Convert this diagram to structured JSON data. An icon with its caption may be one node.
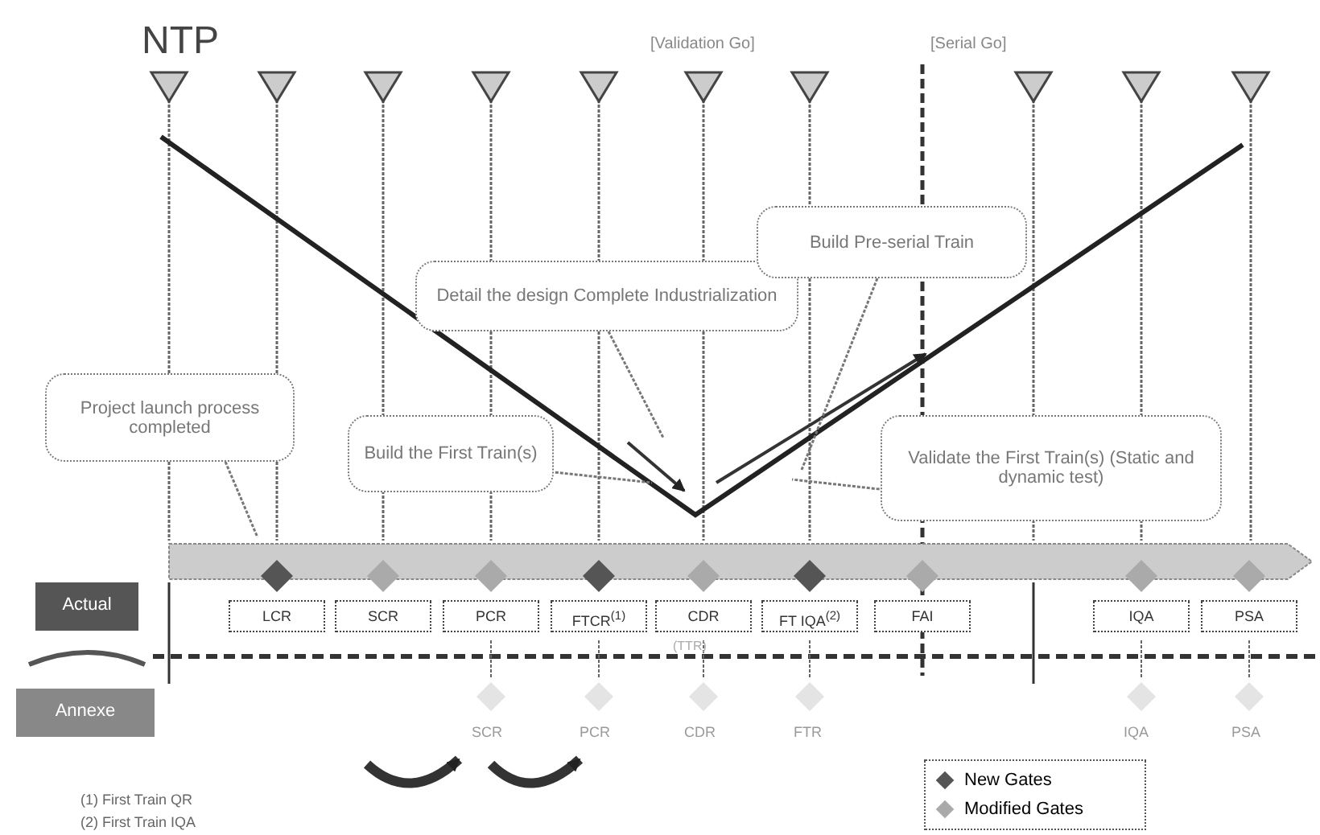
{
  "diagram": {
    "title": "NTP",
    "nodes": [
      {
        "text": [
          "Project launch process completed"
        ]
      },
      {
        "text": [
          "Build the First Train(s)"
        ]
      },
      {
        "text": [
          "Detail the design Complete Industrialization"
        ]
      },
      {
        "text": [
          "Build Pre-serial Train"
        ]
      },
      {
        "text": [
          "Validate the First Train(s) (Static and dynamic test)"
        ]
      },
      {
        "text": [
          "LCR"
        ]
      },
      {
        "text": [
          "SCR"
        ]
      },
      {
        "text": [
          "PCR"
        ]
      },
      {
        "text": [
          "FTCR$^{(1)}$"
        ]
      },
      {
        "text": [
          "CDR"
        ]
      },
      {
        "text": [
          "FT IQA$^{(2)}$"
        ]
      },
      {
        "text": [
          "FAI"
        ]
      },
      {
        "text": [
          "IQA"
        ]
      },
      {
        "text": [
          "PSA"
        ]
      },
      {
        "text": [
          "Actual"
        ]
      },
      {
        "text": [
          "Annexe"
        ]
      }
    ],
    "edges": [
      {
        "from": 0,
        "to": null,
        "arrow": "none"
      },
      {
        "from": 1,
        "to": null,
        "arrow": "none"
      },
      {
        "from": 2,
        "to": null,
        "arrow": "none"
      },
      {
        "from": 3,
        "to": null,
        "arrow": "none"
      },
      {
        "from": 4,
        "to": null,
        "arrow": "none"
      }
    ],
    "labels": [
      "[Validation Go]",
      "[Serial Go]",
      "(TTR)",
      "SCR",
      "PCR",
      "CDR",
      "FTR",
      "IQA",
      "PSA",
      "(1) First Train QR",
      "(2) First Train IQA"
    ],
    "legend": [
      {
        "text": "New Gates",
        "color": "#555555"
      },
      {
        "text": "Modified Gates",
        "color": "#aaaaaa"
      }
    ]
  }
}
